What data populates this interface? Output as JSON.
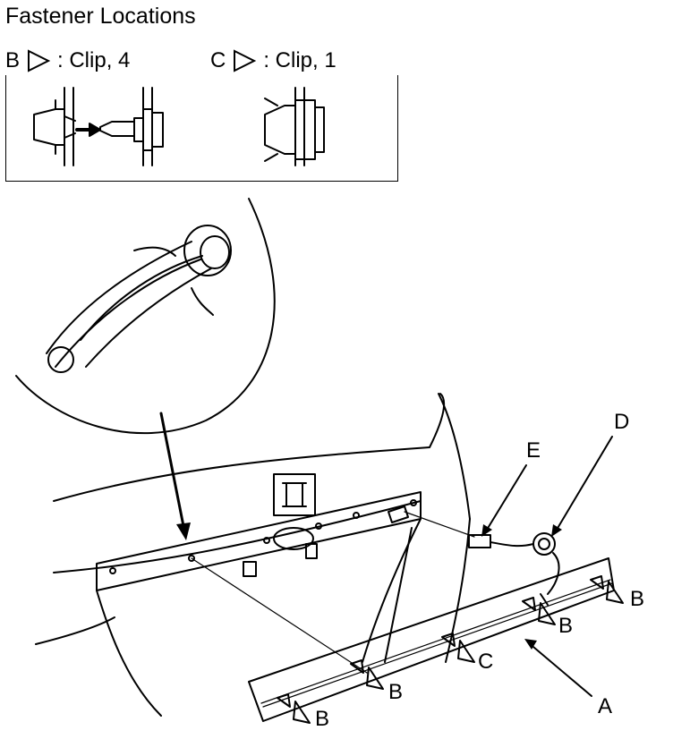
{
  "title": "Fastener Locations",
  "legend": [
    {
      "letter": "B",
      "text": ": Clip, 4"
    },
    {
      "letter": "C",
      "text": ": Clip, 1"
    }
  ],
  "callouts": {
    "A": "A",
    "B": "B",
    "C": "C",
    "D": "D",
    "E": "E"
  }
}
